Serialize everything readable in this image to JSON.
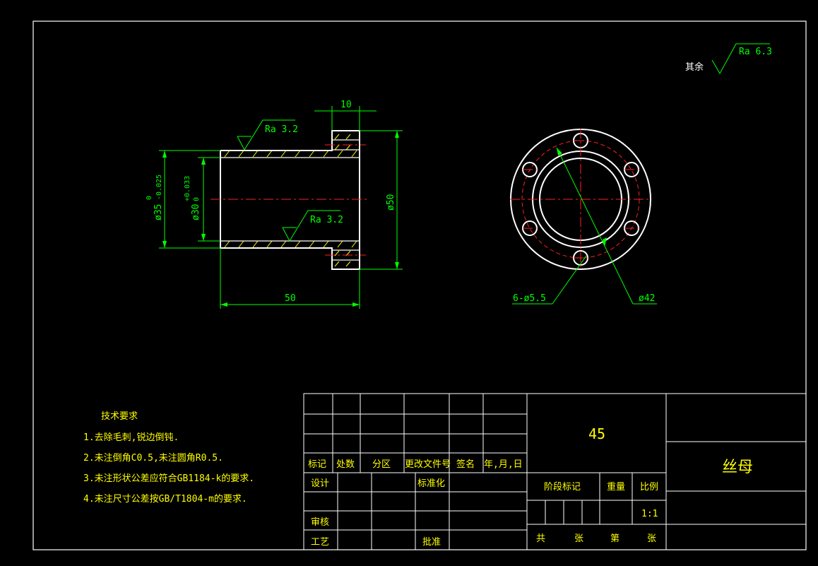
{
  "roughness": {
    "general_prefix": "其余",
    "general_value": "Ra 6.3",
    "outer_surface": "Ra 3.2",
    "inner_surface": "Ra 3.2"
  },
  "dimensions": {
    "flange_width": "10",
    "outer_diameter": "ø35",
    "outer_tol_upper": "0",
    "outer_tol_lower": "-0.025",
    "inner_diameter": "ø30",
    "inner_tol_upper": "+0.033",
    "inner_tol_lower": "0",
    "flange_diameter": "ø50",
    "length": "50",
    "hole_spec": "6-ø5.5",
    "pitch_circle": "ø42"
  },
  "tech_requirements": {
    "heading": "技术要求",
    "items": [
      "1.去除毛刺,锐边倒钝.",
      "2.未注倒角C0.5,未注圆角R0.5.",
      "3.未注形状公差应符合GB1184-k的要求.",
      "4.未注尺寸公差按GB/T1804-m的要求."
    ]
  },
  "title_block": {
    "material": "45",
    "part_name": "丝母",
    "rev_headers": [
      "标记",
      "处数",
      "分区",
      "更改文件号",
      "签名",
      "年,月,日"
    ],
    "row_design": "设计",
    "row_standardize": "标准化",
    "row_review": "审核",
    "row_process": "工艺",
    "row_approve": "批准",
    "stage_mark": "阶段标记",
    "weight": "重量",
    "scale_label": "比例",
    "scale_value": "1:1",
    "sheet_total": "共",
    "sheet_unit": "张",
    "sheet_no": "第",
    "sheet_unit2": "张"
  },
  "colors": {
    "background": "#000000",
    "outline": "#ffffff",
    "dimension": "#00ff00",
    "centerline": "#ff2020",
    "hatch": "#ffff00"
  }
}
